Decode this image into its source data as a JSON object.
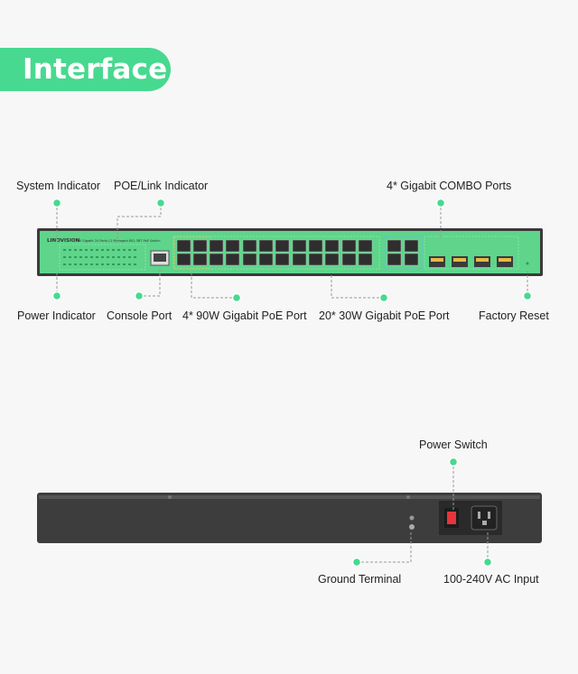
{
  "heading": "Interface",
  "front_panel": {
    "brand": "LINOVISION",
    "model_text": "Full Gigabit 24 Ports L2 Managed 802.3BT PoE Switch",
    "labels": {
      "system_indicator": "System Indicator",
      "poe_link_indicator": "POE/Link Indicator",
      "combo_ports": "4* Gigabit COMBO Ports",
      "power_indicator": "Power Indicator",
      "console_port": "Console Port",
      "poe_90w": "4* 90W Gigabit PoE Port",
      "poe_30w": "20* 30W Gigabit PoE Port",
      "factory_reset": "Factory Reset"
    }
  },
  "rear_panel": {
    "labels": {
      "power_switch": "Power Switch",
      "ground_terminal": "Ground Terminal",
      "ac_input": "100-240V AC Input"
    }
  },
  "colors": {
    "accent": "#47d98f",
    "panel_green": "#5ed58a",
    "chassis": "#3a3a3a",
    "switch_red": "#e8343a"
  }
}
